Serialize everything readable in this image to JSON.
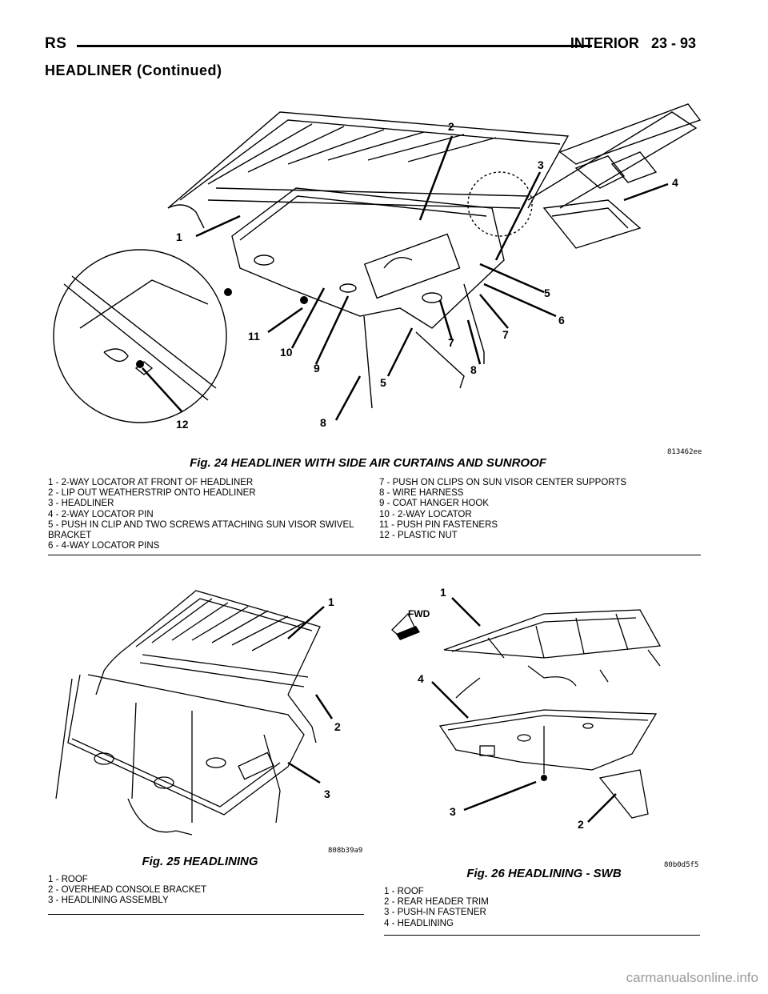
{
  "header": {
    "left": "RS",
    "right": "INTERIOR",
    "page": "23 - 93"
  },
  "section_title": "HEADLINER (Continued)",
  "fig24": {
    "code": "813462ee",
    "caption": "Fig. 24 HEADLINER WITH SIDE AIR CURTAINS AND SUNROOF",
    "legend_left": [
      "1 - 2-WAY LOCATOR AT FRONT OF HEADLINER",
      "2 - LIP OUT WEATHERSTRIP ONTO HEADLINER",
      "3 - HEADLINER",
      "4 - 2-WAY LOCATOR PIN",
      "5 - PUSH IN CLIP AND TWO SCREWS ATTACHING SUN VISOR SWIVEL BRACKET",
      "6 - 4-WAY LOCATOR PINS"
    ],
    "legend_right": [
      "7 - PUSH ON CLIPS ON SUN VISOR CENTER SUPPORTS",
      "8 - WIRE HARNESS",
      "9 - COAT HANGER HOOK",
      "10 - 2-WAY LOCATOR",
      "11 - PUSH PIN FASTENERS",
      "12 - PLASTIC NUT"
    ],
    "callouts": [
      "1",
      "2",
      "3",
      "4",
      "5",
      "6",
      "7",
      "7",
      "8",
      "9",
      "10",
      "11",
      "5",
      "8",
      "12"
    ]
  },
  "fig25": {
    "code": "808b39a9",
    "caption": "Fig. 25 HEADLINING",
    "legend": [
      "1 - ROOF",
      "2 - OVERHEAD CONSOLE BRACKET",
      "3 - HEADLINING ASSEMBLY"
    ],
    "callouts": [
      "1",
      "2",
      "3"
    ]
  },
  "fig26": {
    "code": "80b0d5f5",
    "caption": "Fig. 26 HEADLINING - SWB",
    "legend": [
      "1 - ROOF",
      "2 - REAR HEADER TRIM",
      "3 - PUSH-IN FASTENER",
      "4 - HEADLINING"
    ],
    "callouts": [
      "1",
      "4",
      "3",
      "2"
    ],
    "fwd_label": "FWD"
  },
  "watermark": "carmanualsonline.info"
}
